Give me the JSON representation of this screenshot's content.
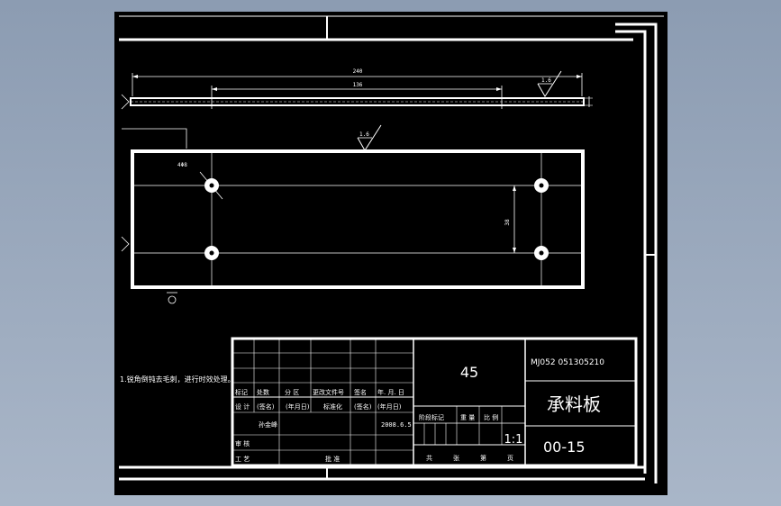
{
  "drawing": {
    "dims": {
      "overall_length": "240",
      "inner_length": "136",
      "surface_finish_top": "1.6",
      "surface_finish_front": "1.6",
      "hole_label": "4Φ8",
      "hole_spacing": "38"
    },
    "note": "1.锐角倒钝去毛刺，进行时效处理。",
    "title_block": {
      "material": "45",
      "school_code": "MJ052  051305210",
      "part_name": "承料板",
      "drawing_no": "00-15",
      "scale": "1:1",
      "date": "2008.6.5",
      "designer": "孙金峰",
      "headers": {
        "mark": "标记",
        "count": "处数",
        "zone": "分 区",
        "change_doc": "更改文件号",
        "sign": "签名",
        "date_ymd": "年. 月. 日",
        "design": "设  计",
        "signed": "(签名)",
        "ymd": "(年月日)",
        "standardize": "标准化",
        "stage_mark": "阶段标记",
        "weight": "重 量",
        "ratio": "比 例",
        "review": "审 核",
        "process": "工 艺",
        "approve": "批 准",
        "total": "共",
        "sheet_unit": "张",
        "page": "第",
        "page_unit": "页"
      }
    }
  }
}
